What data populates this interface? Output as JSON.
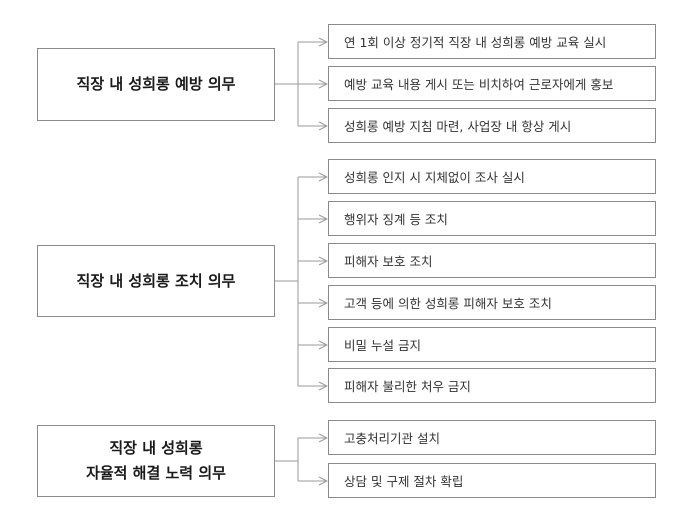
{
  "groups": [
    {
      "title_lines": [
        "직장 내 성희롱 예방 의무"
      ],
      "items": [
        "연 1회 이상 정기적 직장 내 성희롱 예방 교육 실시",
        "예방 교육 내용 게시 또는 비치하여 근로자에게 홍보",
        "성희롱 예방 지침 마련, 사업장 내 항상 게시"
      ]
    },
    {
      "title_lines": [
        "직장 내 성희롱 조치 의무"
      ],
      "items": [
        "성희롱 인지 시 지체없이 조사 실시",
        "행위자 징계 등 조치",
        "피해자 보호 조치",
        "고객 등에 의한 성희롱 피해자 보호 조치",
        "비밀 누설 금지",
        "피해자 불리한 처우 금지"
      ]
    },
    {
      "title_lines": [
        "직장 내 성희롱",
        "자율적 해결 노력 의무"
      ],
      "items": [
        "고충처리기관 설치",
        "상담 및 구제 절차 확립"
      ]
    }
  ],
  "colors": {
    "line": "#9a9a9a",
    "border": "#8a8a8a",
    "text": "#333333"
  }
}
